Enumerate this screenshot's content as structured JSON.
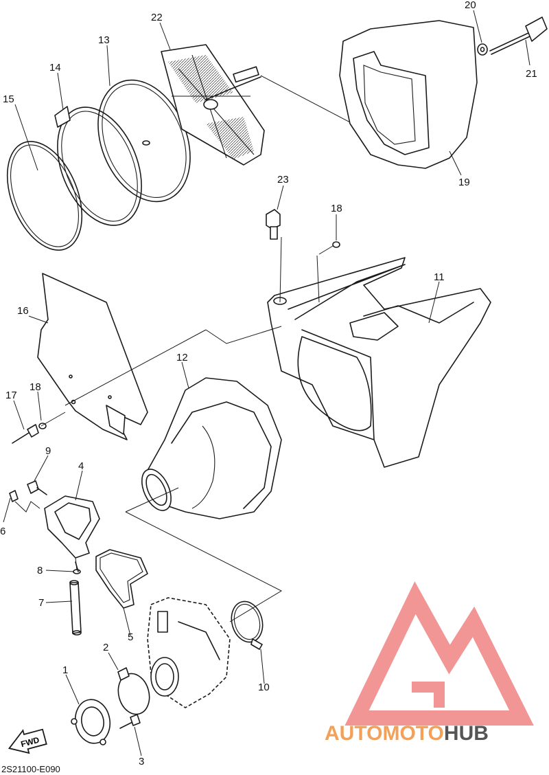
{
  "diagram": {
    "callouts": [
      "1",
      "2",
      "3",
      "4",
      "5",
      "6",
      "7",
      "8",
      "9",
      "10",
      "11",
      "12",
      "13",
      "14",
      "15",
      "16",
      "17",
      "18",
      "19",
      "20",
      "21",
      "22",
      "23"
    ],
    "fwd_label": "FWD",
    "drawing_code": "2S21100-E090"
  },
  "watermark": {
    "brand_part1": "AUTOMOTO",
    "brand_part2": "HUB",
    "color_primary": "#f07f7f",
    "color_accent": "#f2b14a",
    "color_dark": "#4a4a4a"
  }
}
